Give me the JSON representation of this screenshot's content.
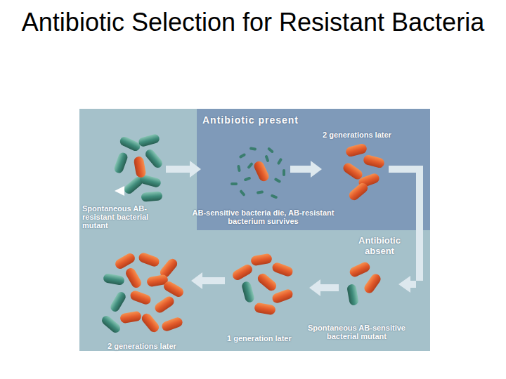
{
  "diagram": {
    "title": "Antibiotic Selection for Resistant Bacteria",
    "nodes": [
      {
        "text": [
          "Antibiotic present"
        ]
      }
    ],
    "labels": [
      "2 generations later",
      "Spontaneous AB-resistant bacterial mutant",
      "AB-sensitive bacteria die, AB-resistant bacterium survives",
      "Antibiotic absent",
      "Spontaneous AB-sensitive bacterial mutant",
      "1 generation later",
      "2 generations later"
    ]
  }
}
